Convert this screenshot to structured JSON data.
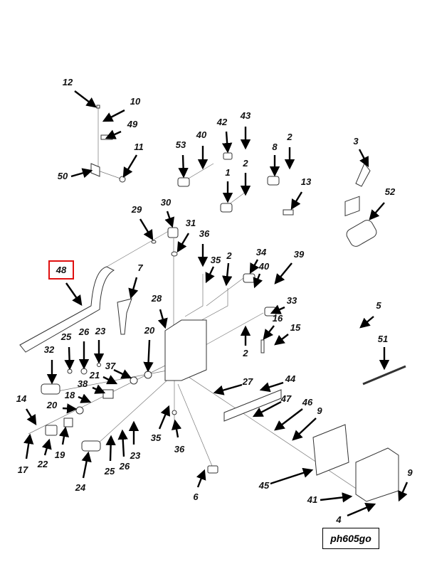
{
  "diagram_id": "ph605go",
  "highlight_color": "#e01010",
  "highlighted_callout": "48",
  "callouts": [
    "12",
    "10",
    "49",
    "11",
    "50",
    "53",
    "40",
    "42",
    "43",
    "8",
    "2",
    "1",
    "2",
    "13",
    "3",
    "52",
    "29",
    "30",
    "31",
    "36",
    "35",
    "2",
    "34",
    "40",
    "39",
    "48",
    "7",
    "28",
    "33",
    "16",
    "15",
    "2",
    "20",
    "25",
    "26",
    "23",
    "32",
    "37",
    "21",
    "38",
    "18",
    "20",
    "14",
    "17",
    "22",
    "19",
    "24",
    "25",
    "26",
    "23",
    "35",
    "36",
    "6",
    "27",
    "44",
    "47",
    "46",
    "9",
    "5",
    "51",
    "45",
    "41",
    "4",
    "9"
  ]
}
